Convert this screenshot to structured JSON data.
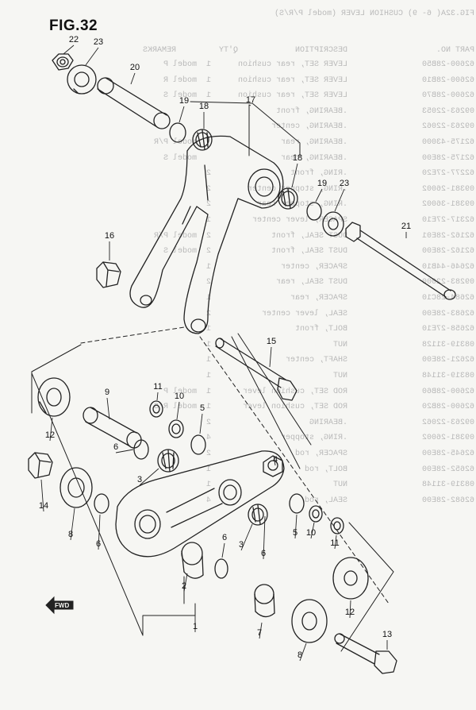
{
  "figure": {
    "title": "FIG.32",
    "callouts": [
      {
        "id": "c22",
        "label": "22"
      },
      {
        "id": "c23a",
        "label": "23"
      },
      {
        "id": "c20",
        "label": "20"
      },
      {
        "id": "c19a",
        "label": "19"
      },
      {
        "id": "c18a",
        "label": "18"
      },
      {
        "id": "c17",
        "label": "17"
      },
      {
        "id": "c18b",
        "label": "18"
      },
      {
        "id": "c19b",
        "label": "19"
      },
      {
        "id": "c23b",
        "label": "23"
      },
      {
        "id": "c21",
        "label": "21"
      },
      {
        "id": "c16",
        "label": "16"
      },
      {
        "id": "c15",
        "label": "15"
      },
      {
        "id": "c12a",
        "label": "12"
      },
      {
        "id": "c9",
        "label": "9"
      },
      {
        "id": "c11a",
        "label": "11"
      },
      {
        "id": "c10a",
        "label": "10"
      },
      {
        "id": "c5a",
        "label": "5"
      },
      {
        "id": "c6a",
        "label": "6"
      },
      {
        "id": "c3a",
        "label": "3"
      },
      {
        "id": "c14",
        "label": "14"
      },
      {
        "id": "c8a",
        "label": "8"
      },
      {
        "id": "c6b",
        "label": "6"
      },
      {
        "id": "c4",
        "label": "4"
      },
      {
        "id": "c3b",
        "label": "3"
      },
      {
        "id": "c6c",
        "label": "6"
      },
      {
        "id": "c10b",
        "label": "10"
      },
      {
        "id": "c5b",
        "label": "5"
      },
      {
        "id": "c11b",
        "label": "11"
      },
      {
        "id": "c2",
        "label": "2"
      },
      {
        "id": "c6d",
        "label": "6"
      },
      {
        "id": "c12b",
        "label": "12"
      },
      {
        "id": "c1",
        "label": "1"
      },
      {
        "id": "c7",
        "label": "7"
      },
      {
        "id": "c8b",
        "label": "8"
      },
      {
        "id": "c13",
        "label": "13"
      }
    ],
    "fwd_label": "FWD"
  },
  "bleed_through": {
    "header": "FIG.32A( 6- 9) CUSHION LEVER (model P/R/S)",
    "columns": [
      "PART NO.",
      "DESCRIPTION",
      "Q'TY",
      "REMARKS"
    ],
    "rows": [
      {
        "part": "62600-28B50",
        "desc": "LEVER SET, rear cushion",
        "qty": "1",
        "remark": "model P"
      },
      {
        "part": "62600-28B10",
        "desc": "LEVER SET, rear cushion",
        "qty": "1",
        "remark": "model R"
      },
      {
        "part": "62600-28B70",
        "desc": "LEVER SET, rear cushion",
        "qty": "1",
        "remark": "model S"
      },
      {
        "part": "09263-22053",
        "desc": ".BEARING, front",
        "qty": "",
        "remark": ""
      },
      {
        "part": "09263-22062",
        "desc": ".BEARING, center",
        "qty": "",
        "remark": ""
      },
      {
        "part": "62175-43000",
        "desc": ".BEARING, rear",
        "qty": "",
        "remark": "model P/R"
      },
      {
        "part": "62175-28E00",
        "desc": ".BEARING, rear",
        "qty": "",
        "remark": "model S"
      },
      {
        "part": "62277-27E20",
        "desc": ".RING, front",
        "qty": "2",
        "remark": ""
      },
      {
        "part": "09381-26002",
        "desc": ".RING, stopper center",
        "qty": "2",
        "remark": ""
      },
      {
        "part": "09381-36002",
        "desc": ".RING, stopper rear",
        "qty": "2",
        "remark": ""
      },
      {
        "part": "62317-27E10",
        "desc": "SPACER, lever center",
        "qty": "1",
        "remark": ""
      },
      {
        "part": "62162-28E01",
        "desc": "DUST SEAL, front",
        "qty": "2",
        "remark": "model P/R"
      },
      {
        "part": "62162-28E00",
        "desc": "DUST SEAL, front",
        "qty": "2",
        "remark": "model S"
      },
      {
        "part": "62646-44B10",
        "desc": "SPACER, center",
        "qty": "1",
        "remark": ""
      },
      {
        "part": "09283-22000",
        "desc": "DUST SEAL, rear",
        "qty": "2",
        "remark": ""
      },
      {
        "part": "62684-28C10",
        "desc": "SPACER, rear",
        "qty": "1",
        "remark": ""
      },
      {
        "part": "62683-28E00",
        "desc": "SEAL, lever center",
        "qty": "2",
        "remark": ""
      },
      {
        "part": "62658-27E10",
        "desc": "BOLT, front",
        "qty": "1",
        "remark": ""
      },
      {
        "part": "08319-31128",
        "desc": "NUT",
        "qty": "1",
        "remark": ""
      },
      {
        "part": "62621-28E00",
        "desc": "SHAFT, center",
        "qty": "1",
        "remark": ""
      },
      {
        "part": "08319-31148",
        "desc": "NUT",
        "qty": "1",
        "remark": ""
      },
      {
        "part": "62600-28B60",
        "desc": "ROD SET, cushion lever",
        "qty": "1",
        "remark": "model P"
      },
      {
        "part": "62600-28B20",
        "desc": "ROD SET, cushion lever",
        "qty": "1",
        "remark": "model R/S"
      },
      {
        "part": "09263-22062",
        "desc": ".BEARING",
        "qty": "2",
        "remark": ""
      },
      {
        "part": "09381-26002",
        "desc": ".RING, stopper",
        "qty": "4",
        "remark": ""
      },
      {
        "part": "62645-28E00",
        "desc": "SPACER, rod",
        "qty": "2",
        "remark": ""
      },
      {
        "part": "62652-28E00",
        "desc": "BOLT, rod",
        "qty": "1",
        "remark": ""
      },
      {
        "part": "08319-31148",
        "desc": "NUT",
        "qty": "1",
        "remark": ""
      },
      {
        "part": "62682-28E00",
        "desc": "SEAL, rod",
        "qty": "4",
        "remark": ""
      }
    ]
  },
  "colors": {
    "ink": "#222222",
    "paper": "#f6f6f3",
    "ghost": "#b9b9b9"
  }
}
